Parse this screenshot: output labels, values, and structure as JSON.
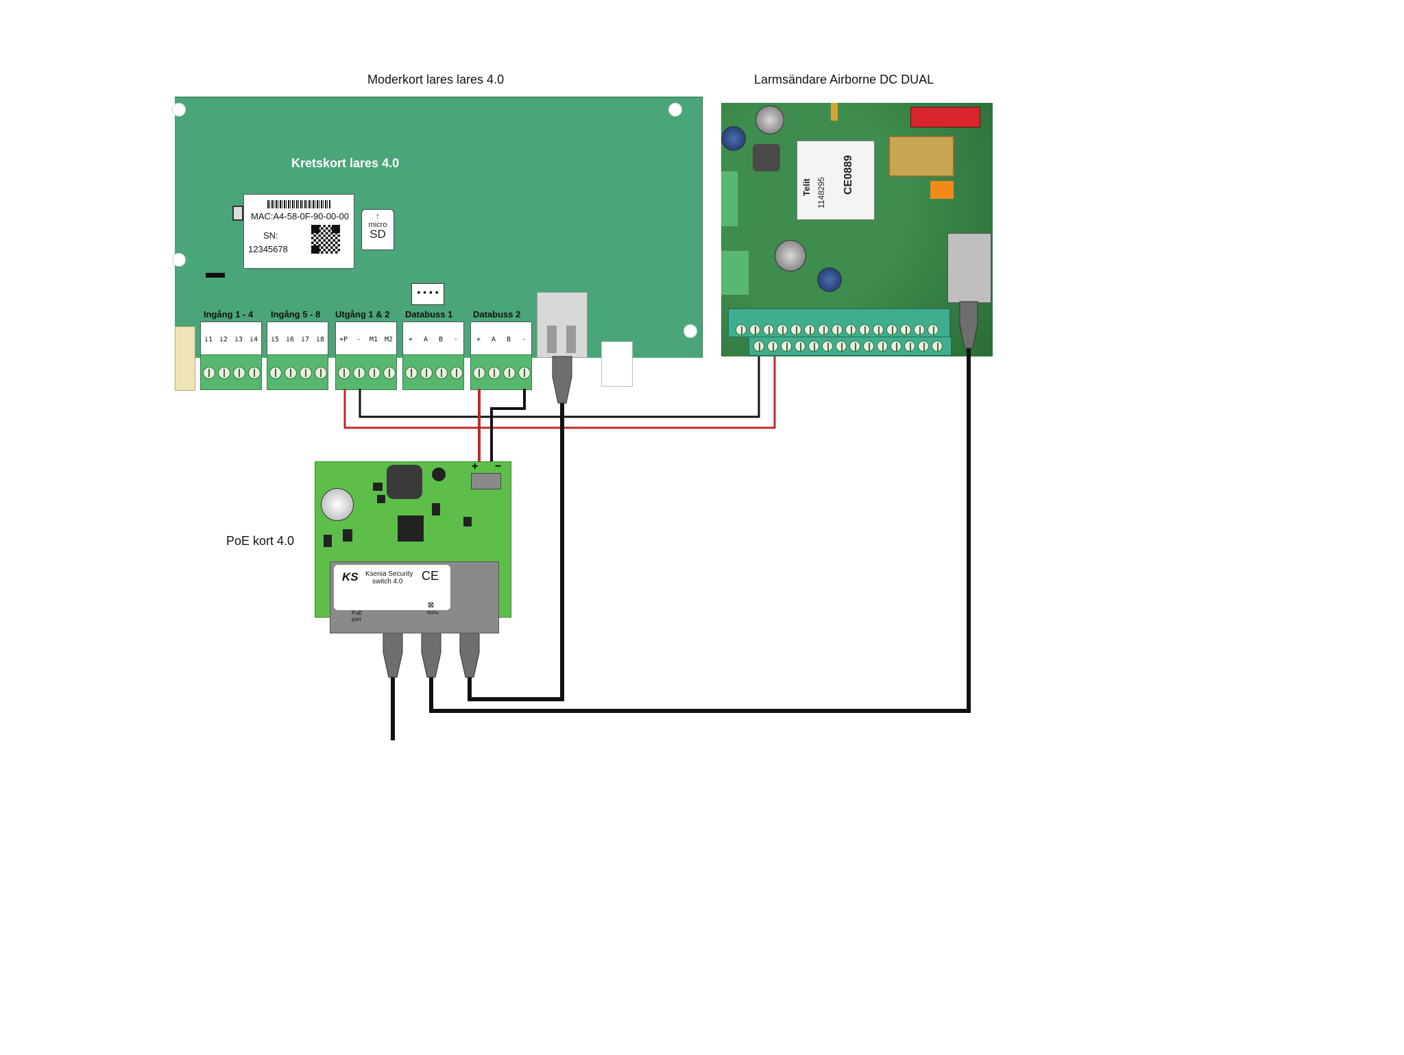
{
  "headings": {
    "motherboard": "Moderkort lares lares 4.0",
    "transmitter": "Larmsändare Airborne DC DUAL",
    "poe": "PoE kort 4.0"
  },
  "motherboard": {
    "board_title": "Kretskort lares 4.0",
    "label_card": {
      "mac": "MAC:A4-58-0F-90-00-00",
      "sn_label": "SN:",
      "sn_value": "12345678"
    },
    "sd_card": {
      "line1": "micro",
      "line2": "SD"
    },
    "terminal_blocks": [
      {
        "label": "Ingång 1 - 4",
        "pins": [
          "i1",
          "i2",
          "i3",
          "i4"
        ]
      },
      {
        "label": "Ingång 5 - 8",
        "pins": [
          "i5",
          "i6",
          "i7",
          "i8"
        ]
      },
      {
        "label": "Utgång 1 & 2",
        "pins": [
          "+P",
          "-",
          "M1",
          "M2"
        ]
      },
      {
        "label": "Databuss 1",
        "pins": [
          "+",
          "A",
          "B",
          "-"
        ]
      },
      {
        "label": "Databuss 2",
        "pins": [
          "+",
          "A",
          "B",
          "-"
        ]
      }
    ]
  },
  "transmitter": {
    "module_brand": "Telit",
    "module_number": "1148295",
    "module_mark": "CE0889"
  },
  "poe_board": {
    "brand": "Ksenia Security",
    "model": "switch 4.0",
    "logo": "KS",
    "ce": "CE",
    "port_label": "PoE port",
    "rohs": "Rohs",
    "plus": "+",
    "minus": "−"
  },
  "colors": {
    "motherboard": "#4aa57a",
    "poe_board": "#5dbf4a",
    "transmitter": "#2f7a3e",
    "wire_red": "#c0282a",
    "wire_black": "#111111"
  }
}
